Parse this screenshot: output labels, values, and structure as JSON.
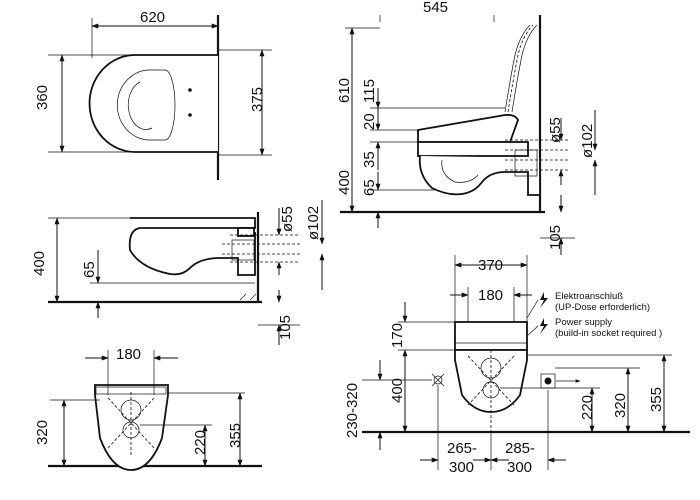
{
  "dims": {
    "top_width": "620",
    "top_depth": "360",
    "top_depth_right": "375",
    "side_height": "400",
    "side_outlet": "65",
    "side_pipe1": "ø55",
    "side_pipe2": "ø102",
    "side_floor_offset": "105",
    "front_width": "180",
    "front_height": "320",
    "front_inlet": "220",
    "front_outlet": "355",
    "tr_top_partial": "545",
    "tr_total": "610",
    "tr_115": "115",
    "tr_20": "20",
    "tr_35": "35",
    "tr_400": "400",
    "tr_65": "65",
    "tr_pipe1": "ø55",
    "tr_pipe2": "ø102",
    "tr_105": "105",
    "br_370": "370",
    "br_180": "180",
    "br_170": "170",
    "br_400": "400",
    "br_range": "230-320",
    "br_220": "220",
    "br_320": "320",
    "br_355": "355",
    "br_left_top": "265-",
    "br_left_bot": "300",
    "br_right_top": "285-",
    "br_right_bot": "300"
  },
  "notes": {
    "elektro_line1": "Elektroanschluß",
    "elektro_line2": "(UP-Dose erforderlich)",
    "power_line1": "Power supply",
    "power_line2": "(build-in socket required )",
    "bolt_icon_1": "lightning-bolt-icon",
    "bolt_icon_2": "lightning-bolt-icon"
  },
  "colors": {
    "line": "#111111",
    "background": "#ffffff"
  }
}
